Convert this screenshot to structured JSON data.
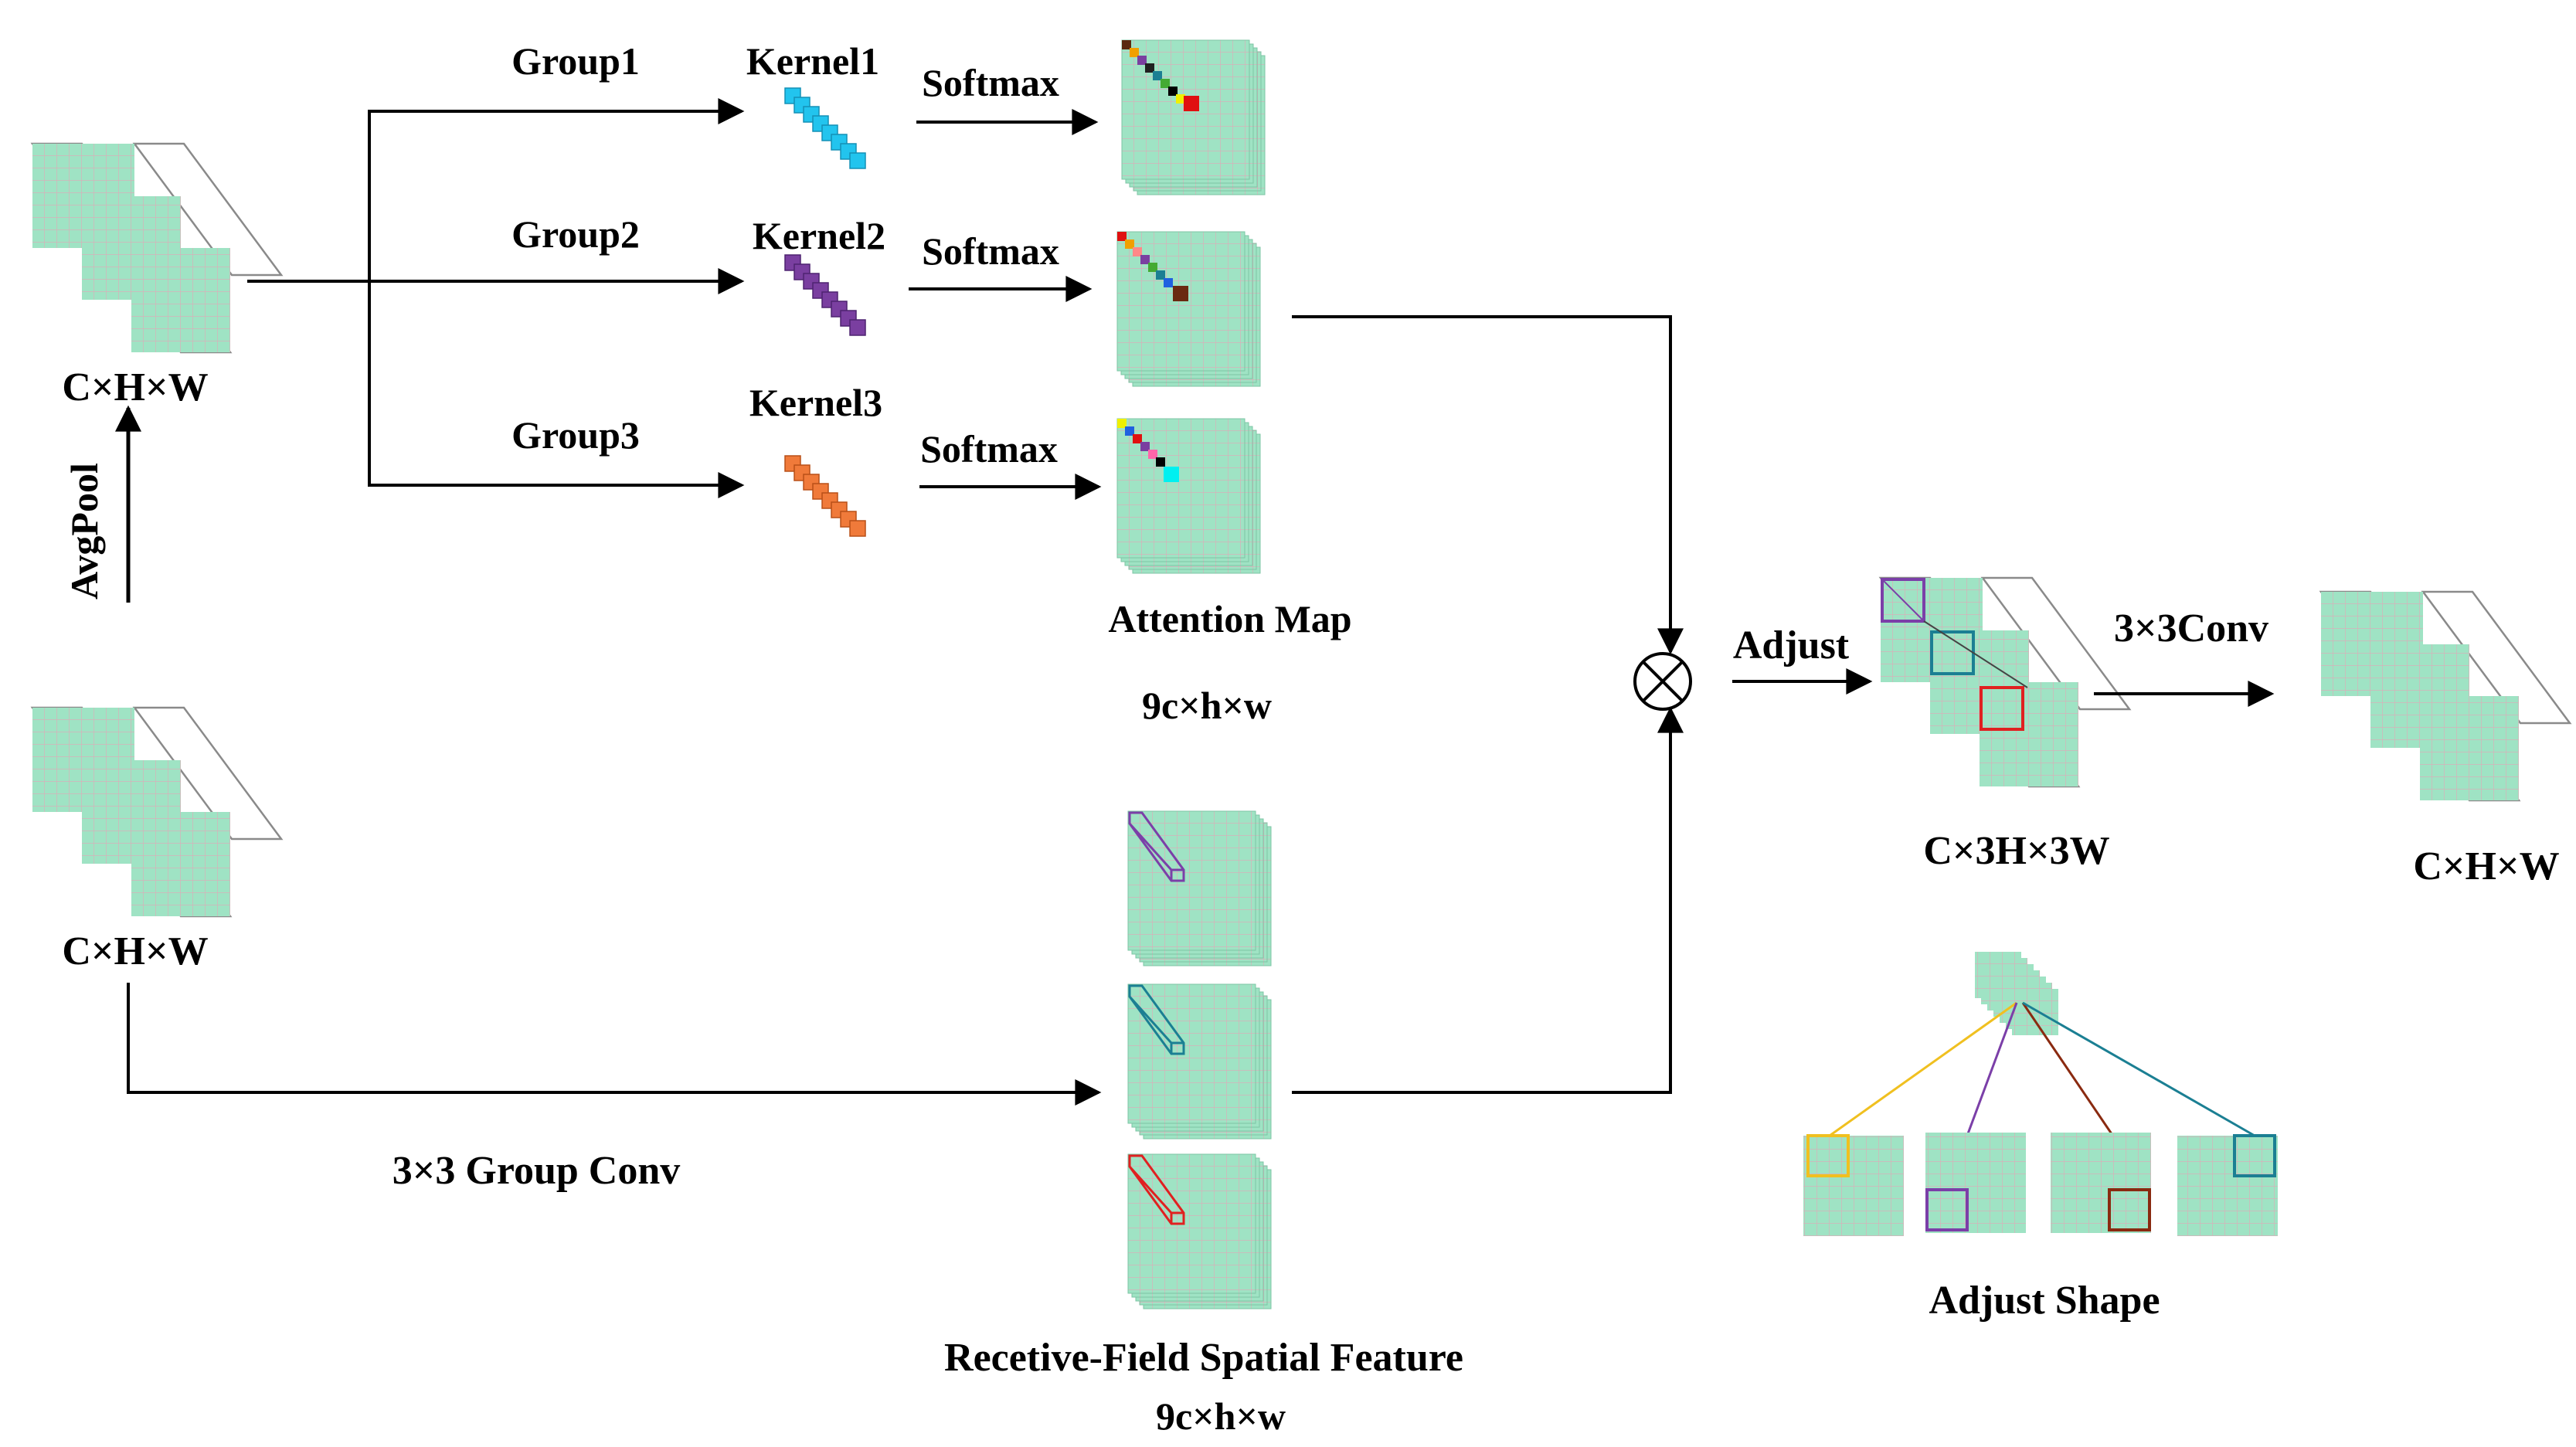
{
  "labels": {
    "group1": "Group1",
    "group2": "Group2",
    "group3": "Group3",
    "kernel1": "Kernel1",
    "kernel2": "Kernel2",
    "kernel3": "Kernel3",
    "softmax1": "Softmax",
    "softmax2": "Softmax",
    "softmax3": "Softmax",
    "input_top": "C×H×W",
    "input_bottom": "C×H×W",
    "avgpool": "AvgPool",
    "attention_map": "Attention Map",
    "attention_dims": "9c×h×w",
    "group_conv": "3×3 Group Conv",
    "rf_feature": "Recetive-Field Spatial Feature",
    "rf_dims": "9c×h×w",
    "adjust": "Adjust",
    "conv3x3": "3×3Conv",
    "adjusted_dims": "C×3H×3W",
    "output_dims": "C×H×W",
    "adjust_shape": "Adjust Shape"
  },
  "colors": {
    "tensor_fill": "#9fe3c4",
    "grid_line": "#dfa9b8",
    "edge": "#8a8a8a",
    "kernel1": "#22c4ee",
    "kernel2": "#7a3fa0",
    "kernel3": "#f07a3a",
    "window_purple": "#7b3fa8",
    "window_teal": "#1b7f93",
    "window_red": "#e02020",
    "link_yellow": "#f0c020",
    "link_purple": "#7b3fa8",
    "link_brown": "#8a2a10",
    "link_teal": "#1b7f93"
  }
}
